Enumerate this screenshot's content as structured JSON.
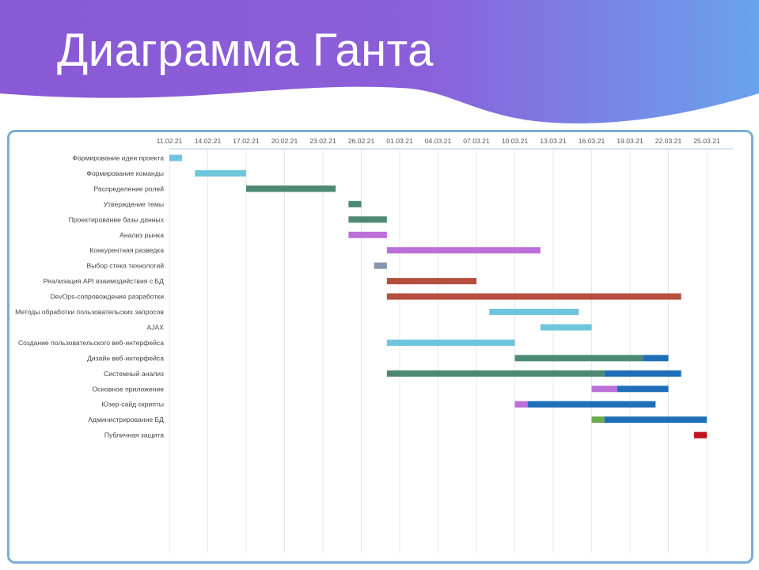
{
  "title": "Диаграмма Ганта",
  "colors": {
    "header_gradient_start": "#8a59d6",
    "header_gradient_end": "#69a3ec",
    "frame_border": "#7aaed4",
    "gridline": "#e4e8ec",
    "axis_line": "#aac9e4"
  },
  "chart_data": {
    "type": "gantt",
    "x_ticks": [
      "11.02.21",
      "14.02.21",
      "17.02.21",
      "20.02.21",
      "23.02.21",
      "26.02.21",
      "01.03.21",
      "04.03.21",
      "07.03.21",
      "10.03.21",
      "13.03.21",
      "16.03.21",
      "19.03.21",
      "22.03.21",
      "25.03.21"
    ],
    "xlim": [
      "11.02.21",
      "25.03.21"
    ],
    "grid": true,
    "tasks": [
      {
        "name": "Формирование идеи проекта",
        "segments": [
          {
            "start": "11.02.21",
            "end": "12.02.21",
            "color": "#6ec6dc"
          }
        ]
      },
      {
        "name": "Формирование команды",
        "segments": [
          {
            "start": "13.02.21",
            "end": "17.02.21",
            "color": "#6ec6dc"
          }
        ]
      },
      {
        "name": "Распределение ролей",
        "segments": [
          {
            "start": "17.02.21",
            "end": "24.02.21",
            "color": "#4e8a72"
          }
        ]
      },
      {
        "name": "Утверждение темы",
        "segments": [
          {
            "start": "25.02.21",
            "end": "26.02.21",
            "color": "#4e8a72"
          }
        ]
      },
      {
        "name": "Проектирование базы данных",
        "segments": [
          {
            "start": "25.02.21",
            "end": "28.02.21",
            "color": "#4e8a72"
          }
        ]
      },
      {
        "name": "Анализ рынка",
        "segments": [
          {
            "start": "25.02.21",
            "end": "28.02.21",
            "color": "#bb6fd8"
          }
        ]
      },
      {
        "name": "Конкурентная разведка",
        "segments": [
          {
            "start": "28.02.21",
            "end": "12.03.21",
            "color": "#bb6fd8"
          }
        ]
      },
      {
        "name": "Выбор стека технологий",
        "segments": [
          {
            "start": "27.02.21",
            "end": "28.02.21",
            "color": "#8496aa"
          }
        ]
      },
      {
        "name": "Реализация API взаимодействия с БД",
        "segments": [
          {
            "start": "28.02.21",
            "end": "07.03.21",
            "color": "#b54e3e"
          }
        ]
      },
      {
        "name": "DevOps-сопровождение разработки",
        "segments": [
          {
            "start": "28.02.21",
            "end": "23.03.21",
            "color": "#b54e3e"
          }
        ]
      },
      {
        "name": "Методы обработки пользовательских запросов",
        "segments": [
          {
            "start": "08.03.21",
            "end": "15.03.21",
            "color": "#6ec6dc"
          }
        ]
      },
      {
        "name": "AJAX",
        "segments": [
          {
            "start": "12.03.21",
            "end": "16.03.21",
            "color": "#6ec6dc"
          }
        ]
      },
      {
        "name": "Создание пользовательского веб-интерфейса",
        "segments": [
          {
            "start": "28.02.21",
            "end": "10.03.21",
            "color": "#6ec6dc"
          }
        ]
      },
      {
        "name": "Дизайн веб-интерфейса",
        "segments": [
          {
            "start": "10.03.21",
            "end": "20.03.21",
            "color": "#4e8a72"
          },
          {
            "start": "20.03.21",
            "end": "22.03.21",
            "color": "#1f6fb8"
          }
        ]
      },
      {
        "name": "Системный анализ",
        "segments": [
          {
            "start": "28.02.21",
            "end": "17.03.21",
            "color": "#4e8a72"
          },
          {
            "start": "17.03.21",
            "end": "23.03.21",
            "color": "#1f6fb8"
          }
        ]
      },
      {
        "name": "Основное приложение",
        "segments": [
          {
            "start": "16.03.21",
            "end": "18.03.21",
            "color": "#bb6fd8"
          },
          {
            "start": "18.03.21",
            "end": "22.03.21",
            "color": "#1f6fb8"
          }
        ]
      },
      {
        "name": "Юзер-сайд скрипты",
        "segments": [
          {
            "start": "10.03.21",
            "end": "11.03.21",
            "color": "#bb6fd8"
          },
          {
            "start": "11.03.21",
            "end": "21.03.21",
            "color": "#1f6fb8"
          }
        ]
      },
      {
        "name": "Администрирование БД",
        "segments": [
          {
            "start": "16.03.21",
            "end": "17.03.21",
            "color": "#6aab4e"
          },
          {
            "start": "17.03.21",
            "end": "25.03.21",
            "color": "#1f6fb8"
          }
        ]
      },
      {
        "name": "Публичная защита",
        "segments": [
          {
            "start": "24.03.21",
            "end": "25.03.21",
            "color": "#c0141c"
          }
        ]
      }
    ]
  }
}
